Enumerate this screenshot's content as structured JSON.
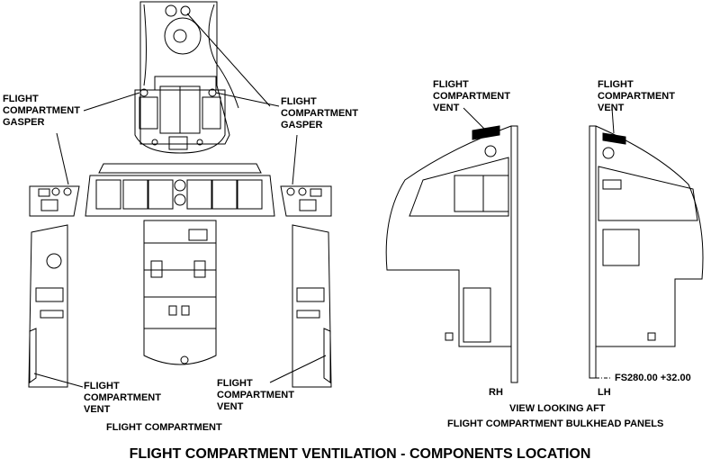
{
  "labels": {
    "gasper_left": [
      "FLIGHT",
      "COMPARTMENT",
      "GASPER"
    ],
    "gasper_right": [
      "FLIGHT",
      "COMPARTMENT",
      "GASPER"
    ],
    "vent_rh_panel": [
      "FLIGHT",
      "COMPARTMENT",
      "VENT"
    ],
    "vent_lh_panel": [
      "FLIGHT",
      "COMPARTMENT",
      "VENT"
    ],
    "vent_left_lower": [
      "FLIGHT",
      "COMPARTMENT",
      "VENT"
    ],
    "vent_mid_lower": [
      "FLIGHT",
      "COMPARTMENT",
      "VENT"
    ],
    "flight_compartment": "FLIGHT COMPARTMENT",
    "rh": "RH",
    "lh": "LH",
    "station": "FS280.00 +32.00",
    "view_looking_aft": "VIEW LOOKING AFT",
    "bulkhead_panels": "FLIGHT COMPARTMENT BULKHEAD PANELS"
  },
  "title": "FLIGHT COMPARTMENT VENTILATION - COMPONENTS LOCATION"
}
